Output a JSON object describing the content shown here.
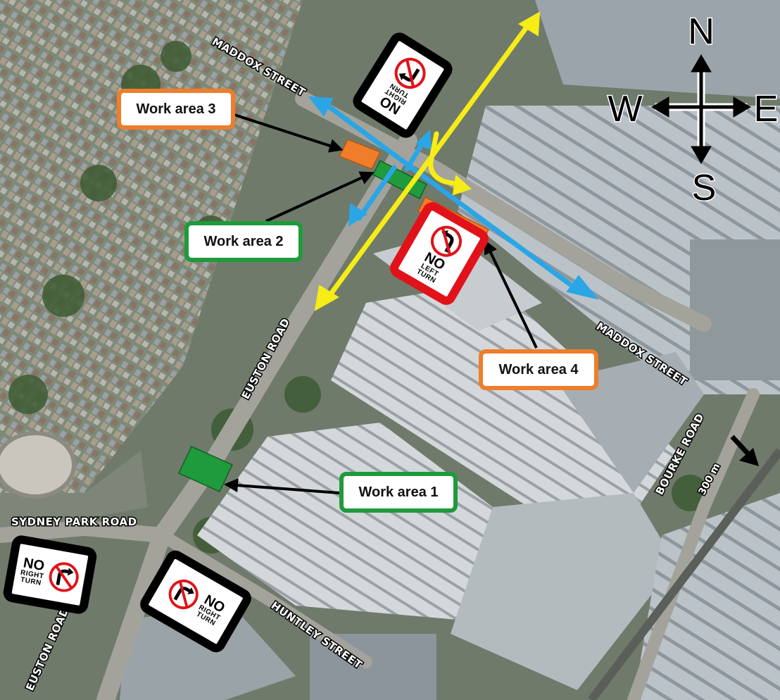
{
  "streets": {
    "maddox_north": "MADDOX STREET",
    "maddox_south": "MADDOX STREET",
    "euston_mid": "EUSTON ROAD",
    "euston_bottom": "EUSTON ROAD",
    "sydney_park": "SYDNEY PARK ROAD",
    "huntley": "HUNTLEY STREET",
    "bourke": "BOURKE ROAD"
  },
  "compass": {
    "n": "N",
    "s": "S",
    "e": "E",
    "w": "W"
  },
  "work_areas": {
    "wa1": "Work area 1",
    "wa2": "Work area 2",
    "wa3": "Work area 3",
    "wa4": "Work area 4"
  },
  "signs": {
    "top": {
      "no": "NO",
      "dir": "RIGHT\nTURN"
    },
    "red": {
      "no": "NO",
      "dir": "LEFT\nTURN"
    },
    "bottom_left": {
      "no": "NO",
      "dir": "RIGHT\nTURN"
    },
    "bottom_mid": {
      "no": "NO",
      "dir": "RIGHT\nTURN"
    }
  },
  "scale": {
    "distance": "300 m"
  },
  "colors": {
    "orange": "#ef7d2a",
    "green": "#1f9a3c",
    "blue": "#2aa6e6",
    "yellow": "#f6ec16",
    "red_sign": "#e1121a"
  }
}
